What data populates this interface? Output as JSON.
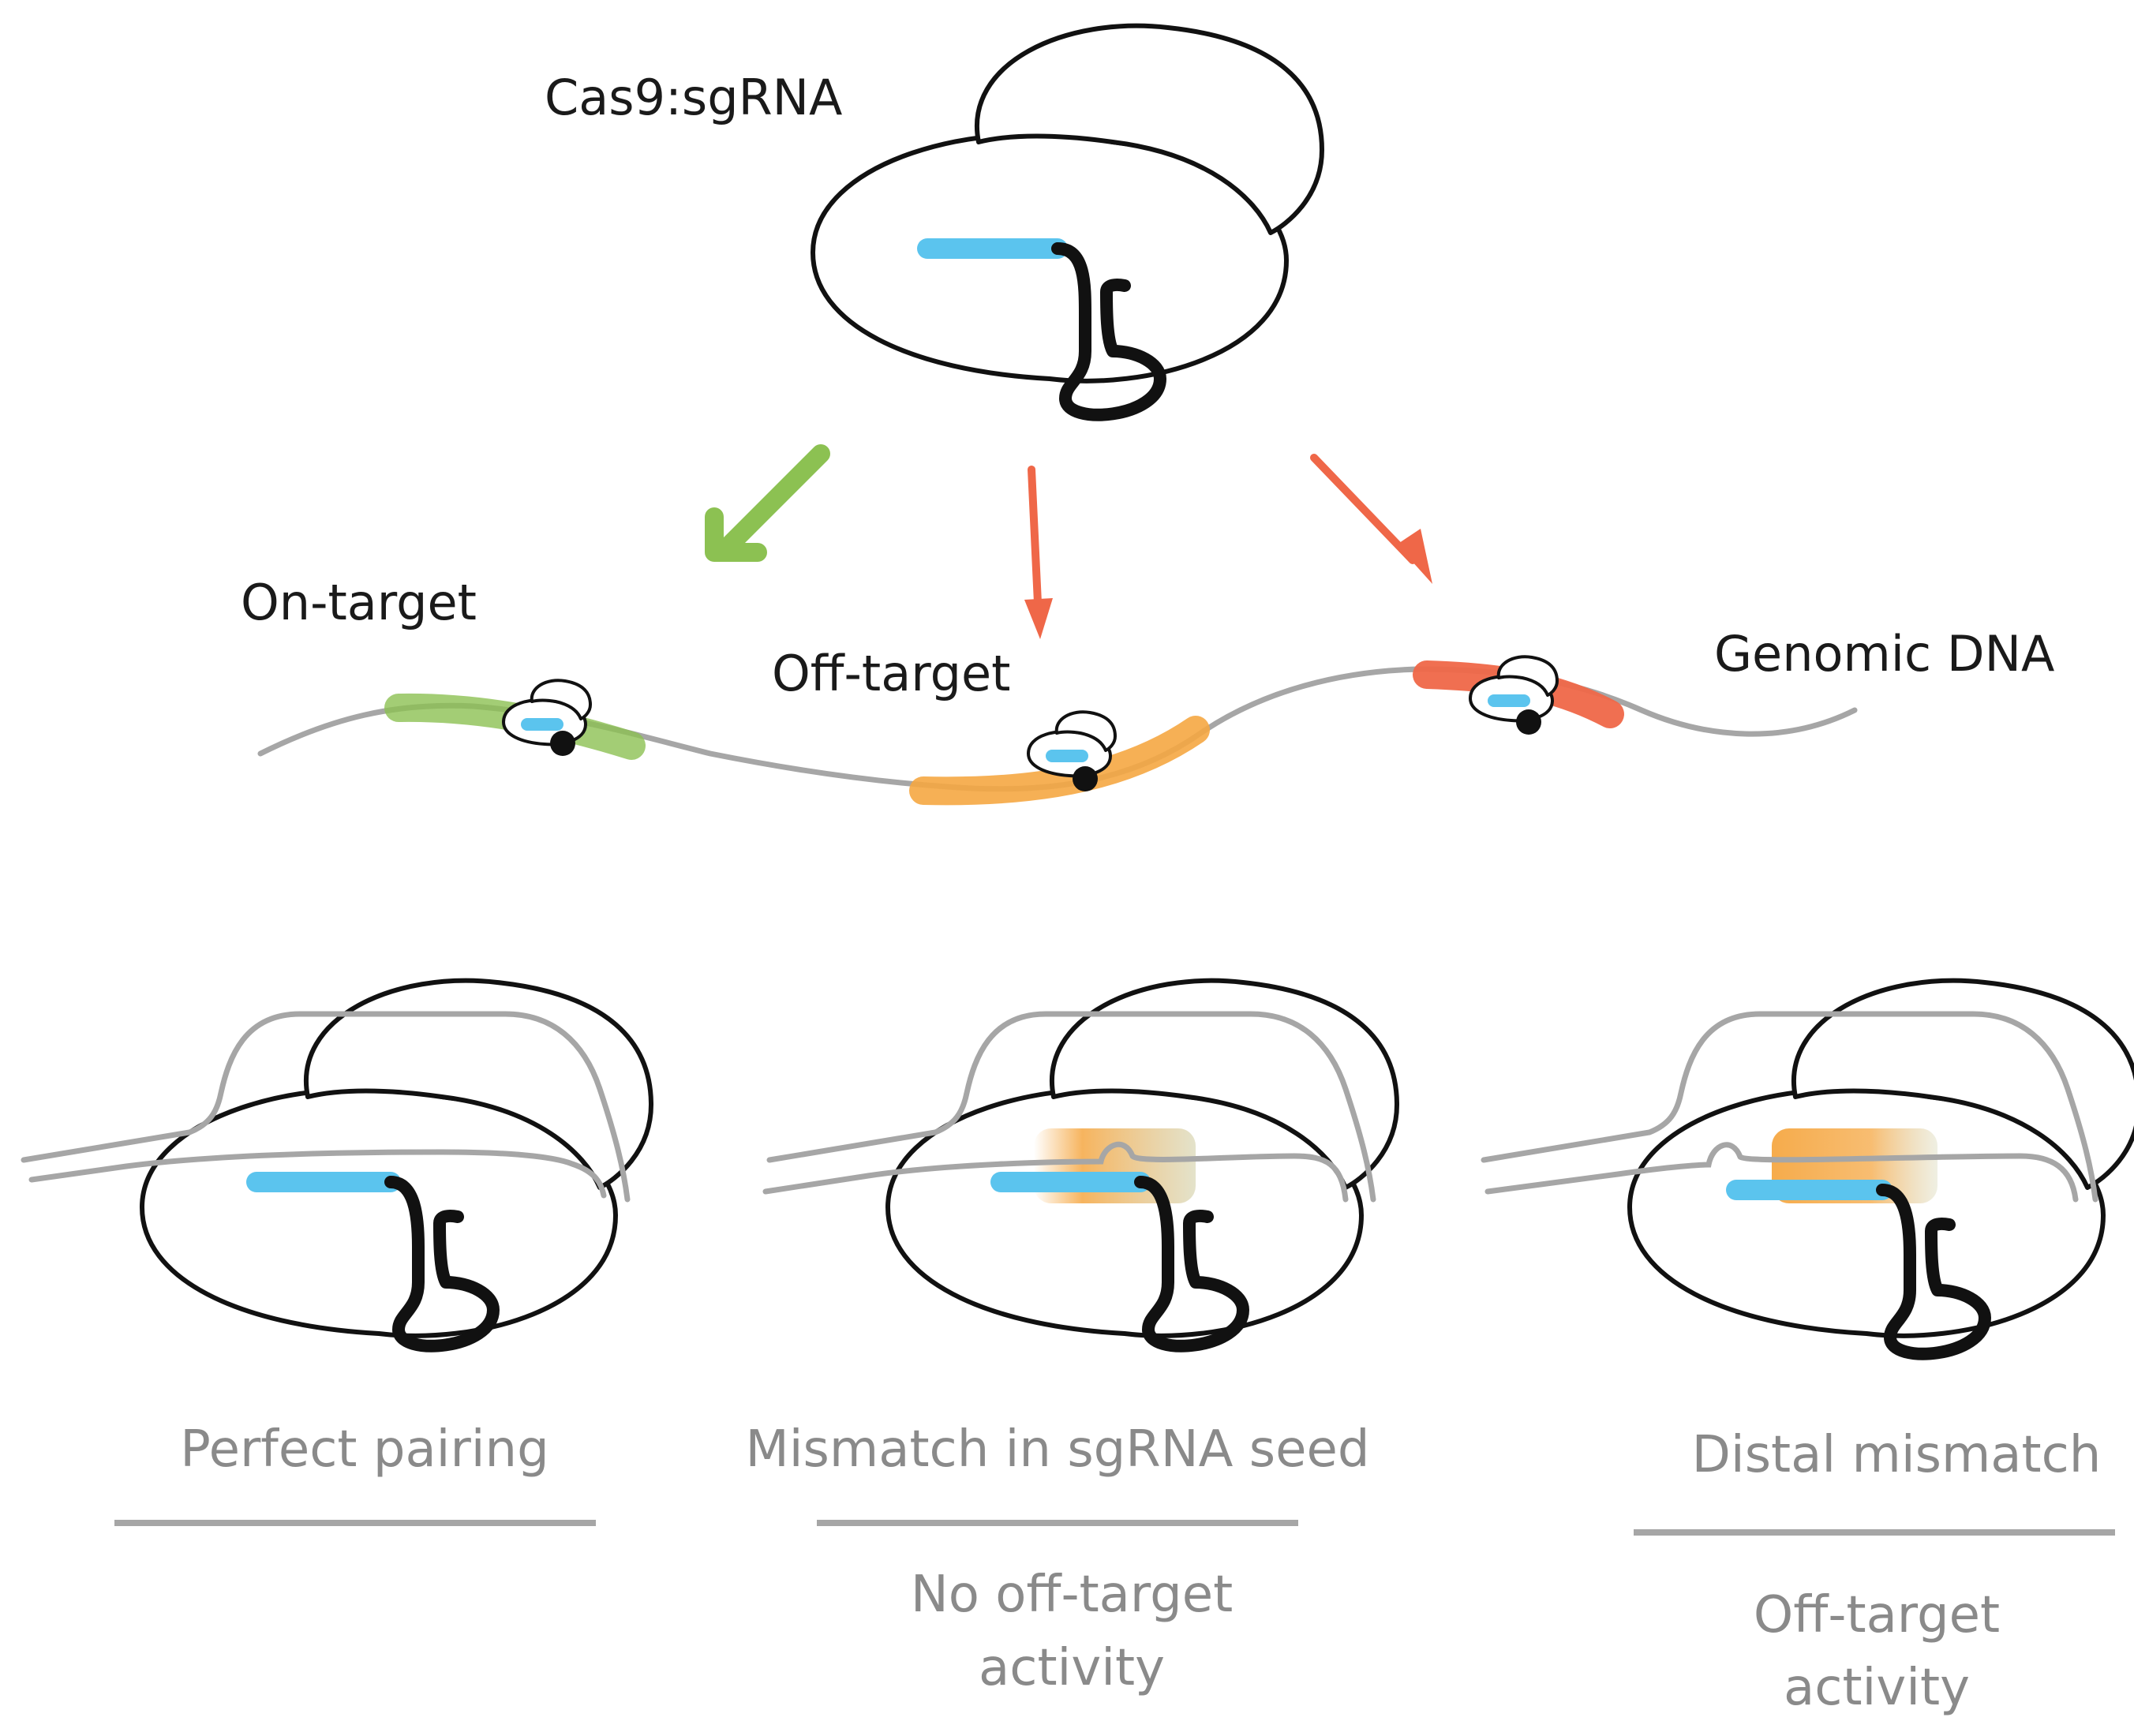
{
  "top": {
    "complex_label": "Cas9:sgRNA"
  },
  "middle": {
    "on_target_label": "On-target",
    "off_target_label": "Off-target",
    "genomic_label": "Genomic DNA"
  },
  "bottom": {
    "perfect": {
      "caption": "Perfect pairing"
    },
    "seed": {
      "caption": "Mismatch in sgRNA seed",
      "outcome_line1": "No off-target",
      "outcome_line2": "activity"
    },
    "distal": {
      "caption": "Distal mismatch",
      "outcome_line1": "Off-target",
      "outcome_line2": "activity"
    }
  },
  "colors": {
    "guide": "#5bc4ee",
    "on_target": "#8cc152",
    "off_target_orange": "#f5a742",
    "off_target_red": "#ef6748",
    "arrow_green": "#8cc152",
    "arrow_red": "#ef6748",
    "dna": "#a6a6a6",
    "outline": "#111111",
    "caption_gray": "#8a8a8a"
  },
  "icons": [
    "cas9-complex-icon",
    "dna-strand-icon",
    "arrow-icon"
  ]
}
